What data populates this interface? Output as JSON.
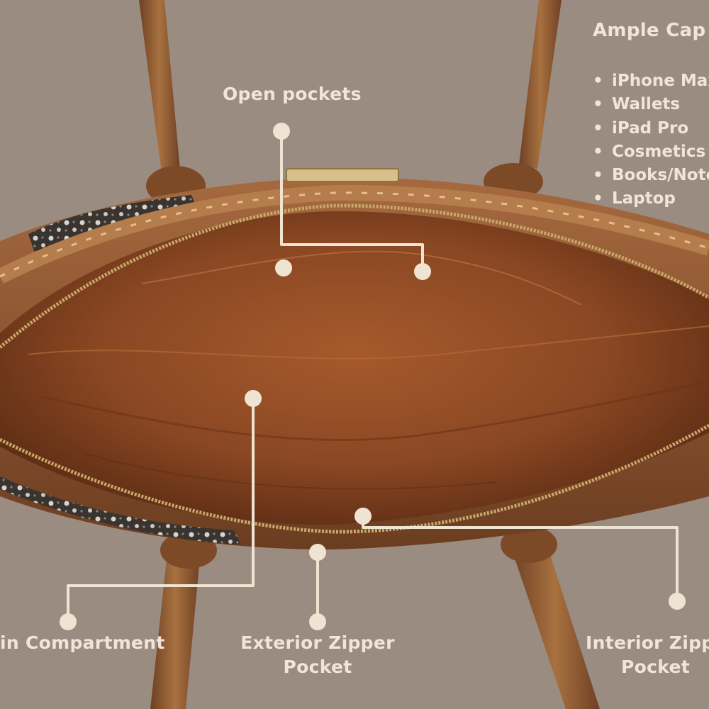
{
  "colors": {
    "background": "#9b8c81",
    "callout": "#efe4d2",
    "leather": "#8a5430",
    "lining": "#8b4a24"
  },
  "callouts": {
    "open_pockets": "Open pockets",
    "main_compartment": "in Compartment",
    "exterior_zipper_line1": "Exterior Zipper",
    "exterior_zipper_line2": "Pocket",
    "interior_zipper_line1": "Interior Zippe",
    "interior_zipper_line2": "Pocket"
  },
  "capacity": {
    "title": "Ample Cap",
    "bullet": "•",
    "items": [
      "iPhone Max",
      "Wallets",
      "iPad Pro",
      "Cosmetics",
      "Books/Note",
      "Laptop"
    ]
  }
}
